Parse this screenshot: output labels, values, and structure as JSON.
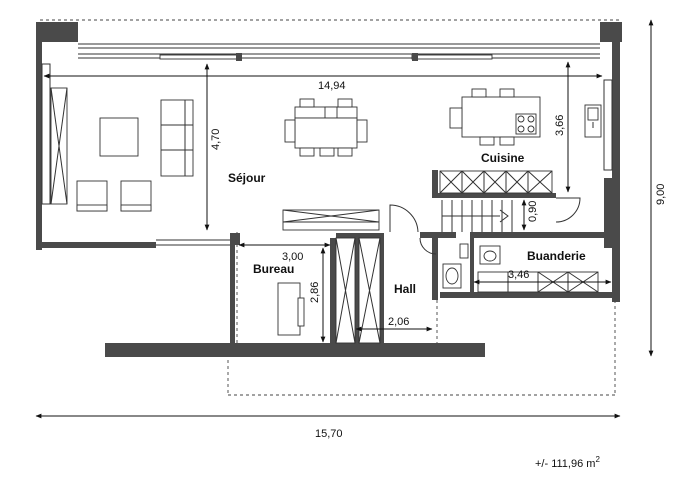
{
  "rooms": {
    "sejour": "Séjour",
    "cuisine": "Cuisine",
    "bureau": "Bureau",
    "hall": "Hall",
    "buanderie": "Buanderie"
  },
  "dimensions": {
    "living_width": "14,94",
    "living_depth": "4,70",
    "kitchen_depth": "3,66",
    "stair_width": "0,90",
    "bureau_width": "3,00",
    "bureau_depth": "2,86",
    "hall_width": "2,06",
    "buanderie_width": "3,46",
    "total_width": "15,70",
    "total_depth": "9,00"
  },
  "area_prefix": "+/- 111,96 m",
  "area_unit_sup": "2"
}
